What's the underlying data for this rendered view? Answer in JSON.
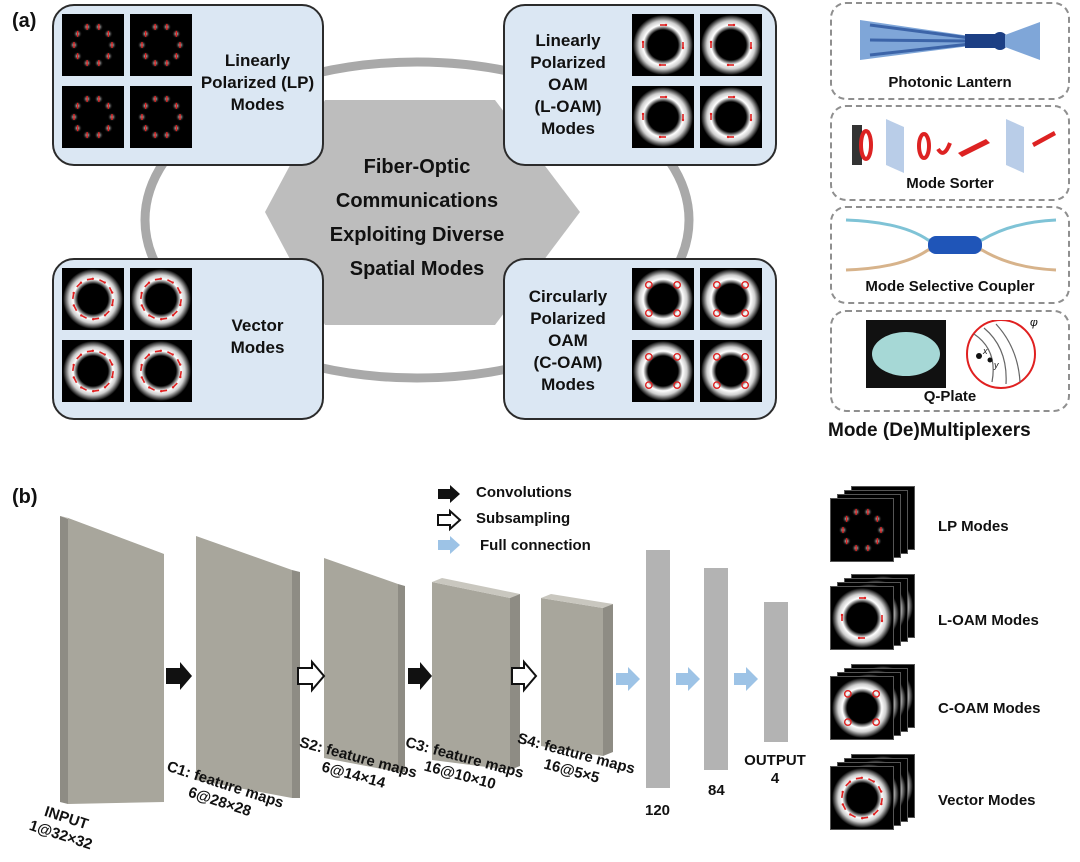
{
  "panel_a": {
    "label": "(a)",
    "center_text": [
      "Fiber-Optic",
      "Communications",
      "Exploiting Diverse",
      "Spatial Modes"
    ],
    "lp_modes": [
      "Linearly",
      "Polarized (LP)",
      "Modes"
    ],
    "l_oam_modes": [
      "Linearly",
      "Polarized",
      "OAM",
      "(L-OAM)",
      "Modes"
    ],
    "vector_modes": [
      "Vector",
      "Modes"
    ],
    "c_oam_modes": [
      "Circularly",
      "Polarized",
      "OAM",
      "(C-OAM)",
      "Modes"
    ],
    "devices": [
      "Photonic Lantern",
      "Mode Sorter",
      "Mode Selective Coupler",
      "Q-Plate"
    ],
    "devices_title": "Mode (De)Multiplexers",
    "qplate_symbols": {
      "phi": "φ",
      "x": "x",
      "y": "y"
    }
  },
  "panel_b": {
    "label": "(b)",
    "legend": [
      "Convolutions",
      "Subsampling",
      "Full connection"
    ],
    "layers": [
      {
        "name": "INPUT",
        "dims": "1@32×32"
      },
      {
        "name": "C1: feature maps",
        "dims": "6@28×28"
      },
      {
        "name": "S2: feature maps",
        "dims": "6@14×14"
      },
      {
        "name": "C3: feature maps",
        "dims": "16@10×10"
      },
      {
        "name": "S4: feature maps",
        "dims": "16@5×5"
      }
    ],
    "dense": [
      "120",
      "84"
    ],
    "output": {
      "name": "OUTPUT",
      "count": "4"
    },
    "outputs": [
      "LP Modes",
      "L-OAM Modes",
      "C-OAM Modes",
      "Vector Modes"
    ]
  },
  "colors": {
    "box_fill": "#dbe7f3",
    "hexagon": "#bdbdbd",
    "ring": "#a9a9a9",
    "layer_face": "#a8a69c",
    "dense_bar": "#b3b3b3",
    "full_arrow": "#9dc3e6",
    "mode_arrow": "#e02020"
  }
}
